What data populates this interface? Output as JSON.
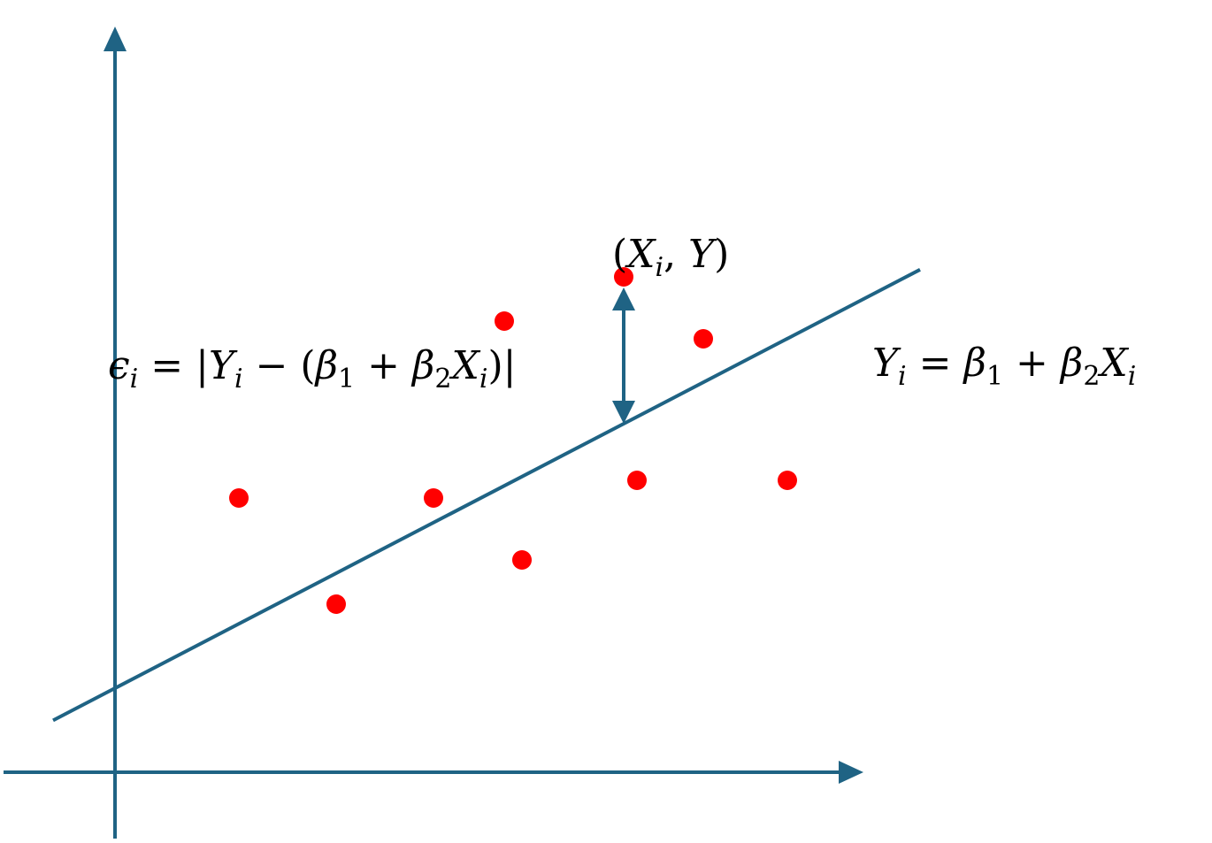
{
  "colors": {
    "axis": "#1f6384",
    "fit_line": "#1f6384",
    "residual_arrow": "#1f6384",
    "points": "#ff0000",
    "text": "#000000"
  },
  "chart_data": {
    "type": "scatter",
    "x_axis_arrow": true,
    "y_axis_arrow": true,
    "grid": false,
    "tick_labels": false,
    "points": [
      {
        "x": 1.4,
        "y": 3.1
      },
      {
        "x": 2.5,
        "y": 1.9
      },
      {
        "x": 3.6,
        "y": 3.1
      },
      {
        "x": 4.4,
        "y": 5.1
      },
      {
        "x": 4.6,
        "y": 2.4
      },
      {
        "x": 5.75,
        "y": 5.6
      },
      {
        "x": 5.9,
        "y": 3.3
      },
      {
        "x": 6.65,
        "y": 4.9
      },
      {
        "x": 7.6,
        "y": 3.3
      }
    ],
    "regression_line": {
      "intercept": 0.95,
      "slope": 0.52,
      "x_range": [
        -0.7,
        9.1
      ]
    },
    "highlighted_point_index": 5,
    "equations": {
      "fit": {
        "lhs": "Y",
        "lhs_sub": "i",
        "eq": " = ",
        "b1": "β",
        "b1_sub": "1",
        "plus": " + ",
        "b2": "β",
        "b2_sub": "2",
        "x": "X",
        "x_sub": "i"
      },
      "residual": {
        "eps": "ϵ",
        "eps_sub": "i",
        "eq": " = |",
        "y": "Y",
        "y_sub": "i",
        "minus": " − (",
        "b1": "β",
        "b1_sub": "1",
        "plus": " +  ",
        "b2": "β",
        "b2_sub": "2",
        "x": "X",
        "x_sub": "i",
        "close": ")|"
      },
      "point_label": {
        "open": "(",
        "x": "X",
        "x_sub": "i",
        "comma": ", ",
        "y": "Y",
        "close": ")"
      }
    }
  }
}
